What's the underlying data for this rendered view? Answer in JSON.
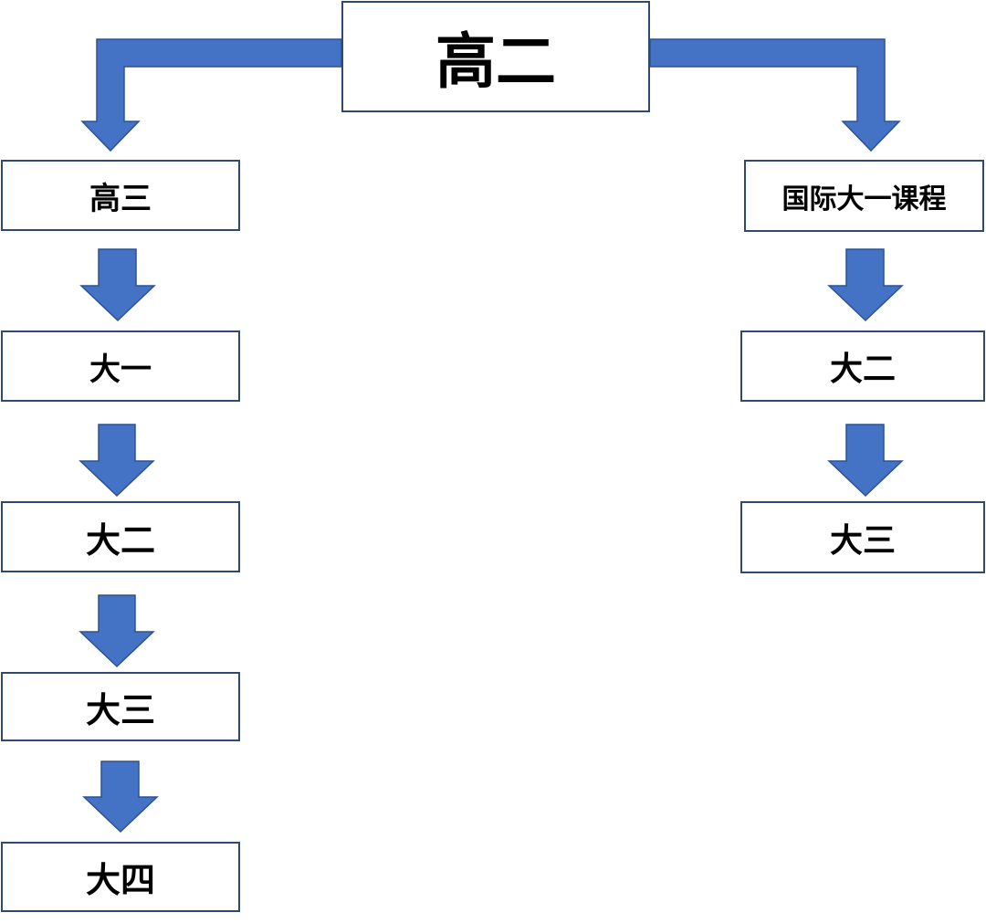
{
  "diagram": {
    "root_label": "高二",
    "left_branch": [
      "高三",
      "大一",
      "大二",
      "大三",
      "大四"
    ],
    "right_branch": [
      "国际大一课程",
      "大二",
      "大三"
    ]
  },
  "colors": {
    "arrow_fill": "#4472C4",
    "arrow_stroke": "#2F528F",
    "box_border": "#2f4a70"
  }
}
